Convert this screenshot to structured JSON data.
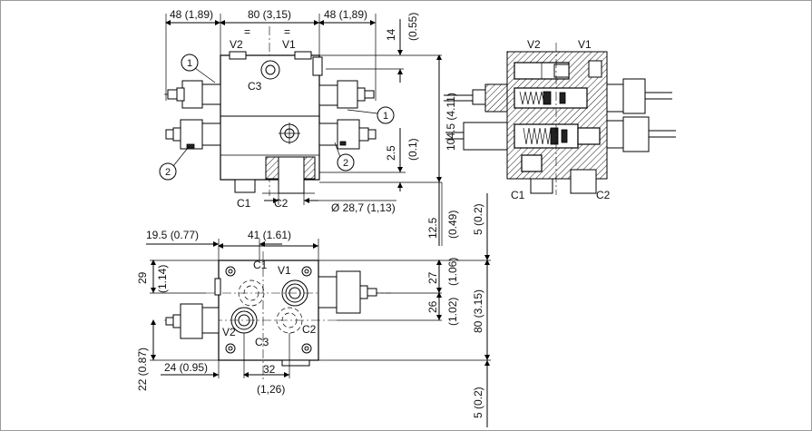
{
  "dims": {
    "top_left_width": "48 (1,89)",
    "top_mid_width": "80 (3,15)",
    "top_right_width": "48 (1,89)",
    "top_offset": "14",
    "top_offset_in": "(0.55)",
    "height_total": "104.5 (4.11)",
    "small_gap": "2.5",
    "small_gap_in": "(0.1)",
    "diameter": "Ø 28,7 (1,13)",
    "bottom_offset": "12.5",
    "bottom_offset_in": "(0.49)",
    "right_offset_top": "5 (0.2)",
    "plan_left": "19.5 (0.77)",
    "plan_width": "41 (1.61)",
    "plan_29": "29",
    "plan_29_in": "(1.14)",
    "plan_27": "27",
    "plan_27_in": "(1.06)",
    "plan_26": "26",
    "plan_26_in": "(1.02)",
    "plan_80": "80 (3.15)",
    "plan_22": "22 (0.87)",
    "plan_24": "24 (0.95)",
    "plan_32": "32",
    "plan_32_in": "(1,26)",
    "right_offset_bottom": "5 (0.2)"
  },
  "symbols": {
    "equal": "="
  },
  "ports": {
    "v1": "V1",
    "v2": "V2",
    "c1": "C1",
    "c2": "C2",
    "c3": "C3"
  },
  "callouts": {
    "one": "1",
    "two": "2"
  }
}
